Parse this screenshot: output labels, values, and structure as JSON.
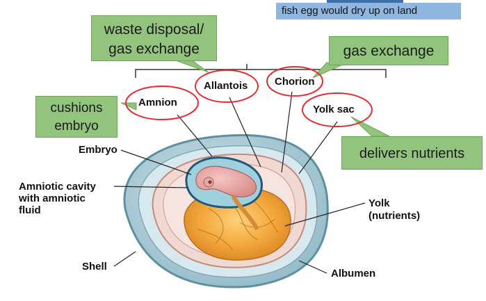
{
  "caption": {
    "text": "fish egg would dry up on land"
  },
  "callouts": {
    "waste_gas": {
      "line1": "waste disposal/",
      "line2": "gas exchange"
    },
    "gas_exchange": {
      "text": "gas exchange"
    },
    "cushions": {
      "line1": "cushions",
      "line2": "embryo"
    },
    "nutrients": {
      "text": "delivers nutrients"
    }
  },
  "membranes": {
    "amnion": "Amnion",
    "allantois": "Allantois",
    "chorion": "Chorion",
    "yolk_sac": "Yolk sac"
  },
  "structures": {
    "embryo": "Embryo",
    "amniotic_line1": "Amniotic cavity",
    "amniotic_line2": "with amniotic",
    "amniotic_line3": "fluid",
    "yolk_line1": "Yolk",
    "yolk_line2": "(nutrients)",
    "shell": "Shell",
    "albumen": "Albumen"
  },
  "colors": {
    "callout_fill": "#93c47d",
    "highlight_circle": "#e8292e",
    "caption_fill": "#8fb6e0"
  }
}
